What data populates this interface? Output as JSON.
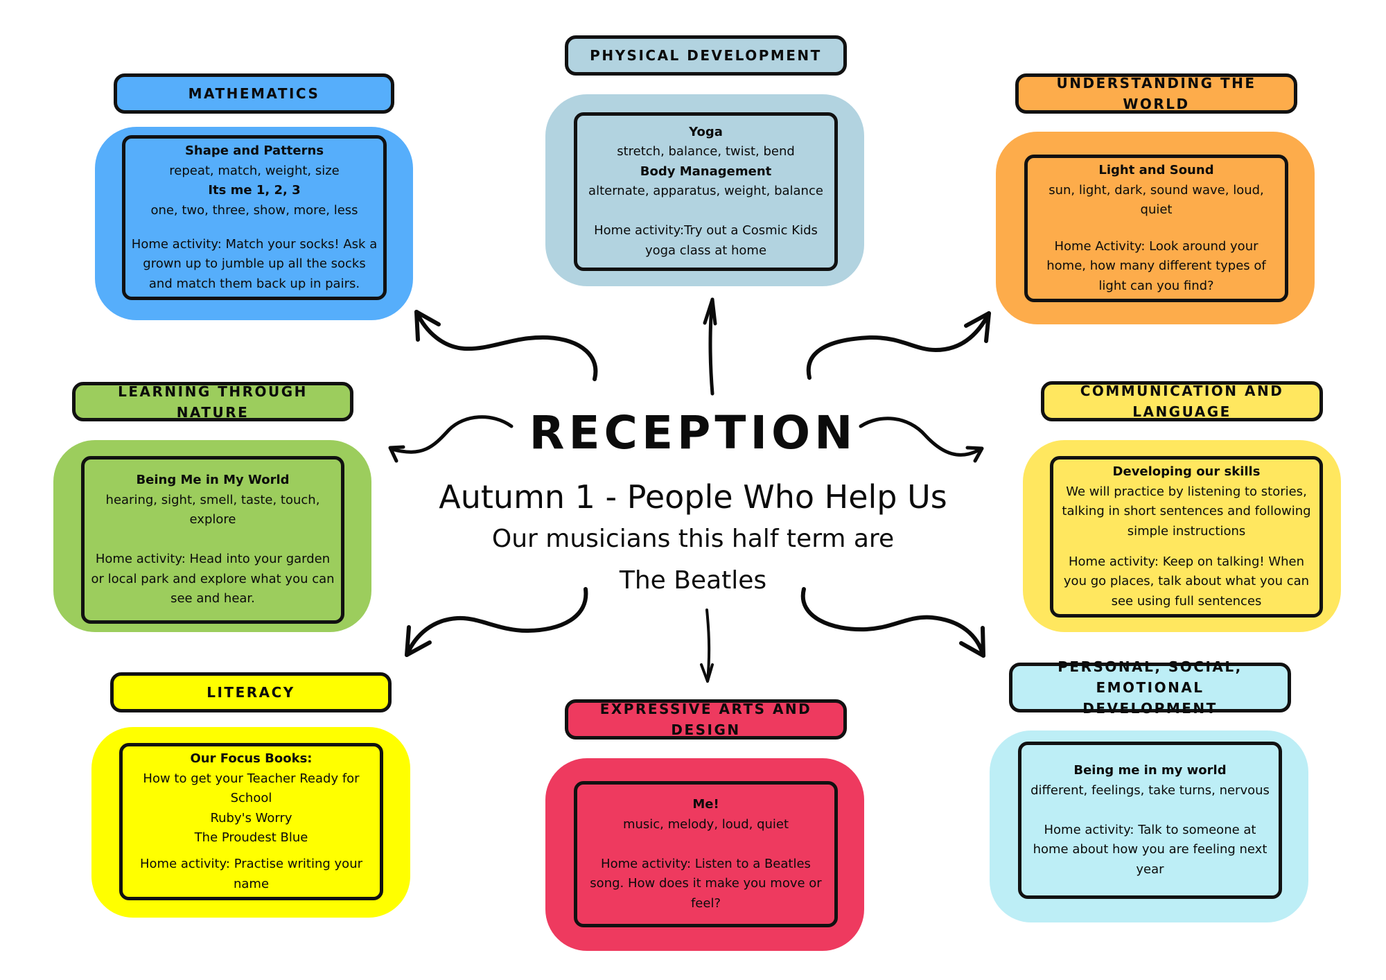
{
  "center": {
    "title": "RECEPTION",
    "term": "Autumn 1 - People Who Help Us",
    "musicians_line": "Our musicians this half term are",
    "musicians": "The Beatles"
  },
  "colors": {
    "mathematics": "#56aefb",
    "physical": "#b2d3e0",
    "understanding": "#fdac4b",
    "nature": "#9ccd5d",
    "communication": "#ffe75f",
    "literacy": "#ffff00",
    "arts": "#ee3a5f",
    "psed": "#bdeef6"
  },
  "sections": {
    "mathematics": {
      "heading": "MATHEMATICS",
      "lines": [
        {
          "text": "Shape and Patterns",
          "bold": true
        },
        {
          "text": "repeat, match, weight, size"
        },
        {
          "text": "Its me 1, 2, 3",
          "bold": true
        },
        {
          "text": "one, two, three, show, more, less"
        },
        {
          "text": ""
        },
        {
          "text": "Home activity: Match your socks! Ask a grown up to jumble up all the socks and match them back up in pairs."
        }
      ]
    },
    "physical": {
      "heading": "PHYSICAL DEVELOPMENT",
      "lines": [
        {
          "text": "Yoga",
          "bold": true
        },
        {
          "text": "stretch, balance, twist, bend"
        },
        {
          "text": "Body Management",
          "bold": true
        },
        {
          "text": "alternate, apparatus, weight, balance"
        },
        {
          "text": ""
        },
        {
          "text": "Home activity:Try out a Cosmic Kids yoga class at home"
        }
      ]
    },
    "understanding": {
      "heading": "UNDERSTANDING THE WORLD",
      "lines": [
        {
          "text": "Light and Sound",
          "bold": true
        },
        {
          "text": "sun, light, dark, sound wave, loud, quiet"
        },
        {
          "text": ""
        },
        {
          "text": "Home Activity: Look around your home, how many different types of light can you find?"
        }
      ]
    },
    "nature": {
      "heading": "LEARNING THROUGH NATURE",
      "lines": [
        {
          "text": "Being Me in My World",
          "bold": true
        },
        {
          "text": "hearing, sight, smell, taste, touch, explore"
        },
        {
          "text": ""
        },
        {
          "text": "Home activity: Head into your garden or local park and explore what you can see and hear."
        }
      ]
    },
    "communication": {
      "heading": "COMMUNICATION AND LANGUAGE",
      "lines": [
        {
          "text": "Developing our skills",
          "bold": true
        },
        {
          "text": "We will practice by listening to stories, talking in short sentences and following simple instructions"
        },
        {
          "text": ""
        },
        {
          "text": "Home activity: Keep on talking! When you go places, talk about what you can see using full sentences"
        }
      ]
    },
    "literacy": {
      "heading": "LITERACY",
      "lines": [
        {
          "text": "Our Focus Books:",
          "bold": true
        },
        {
          "text": "How to get your Teacher Ready for School"
        },
        {
          "text": "Ruby's Worry"
        },
        {
          "text": "The Proudest Blue"
        },
        {
          "text": ""
        },
        {
          "text": "Home activity: Practise writing your name"
        }
      ]
    },
    "arts": {
      "heading": "EXPRESSIVE ARTS AND DESIGN",
      "lines": [
        {
          "text": "Me!",
          "bold": true
        },
        {
          "text": "music, melody, loud, quiet"
        },
        {
          "text": ""
        },
        {
          "text": "Home activity: Listen to a Beatles song. How does it make you move or feel?"
        }
      ]
    },
    "psed": {
      "heading": "PERSONAL, SOCIAL, EMOTIONAL DEVELOPMENT",
      "lines": [
        {
          "text": "Being me in my world",
          "bold": true
        },
        {
          "text": "different, feelings, take turns, nervous"
        },
        {
          "text": ""
        },
        {
          "text": "Home activity: Talk to someone at home about how you are feeling next year"
        }
      ]
    }
  }
}
